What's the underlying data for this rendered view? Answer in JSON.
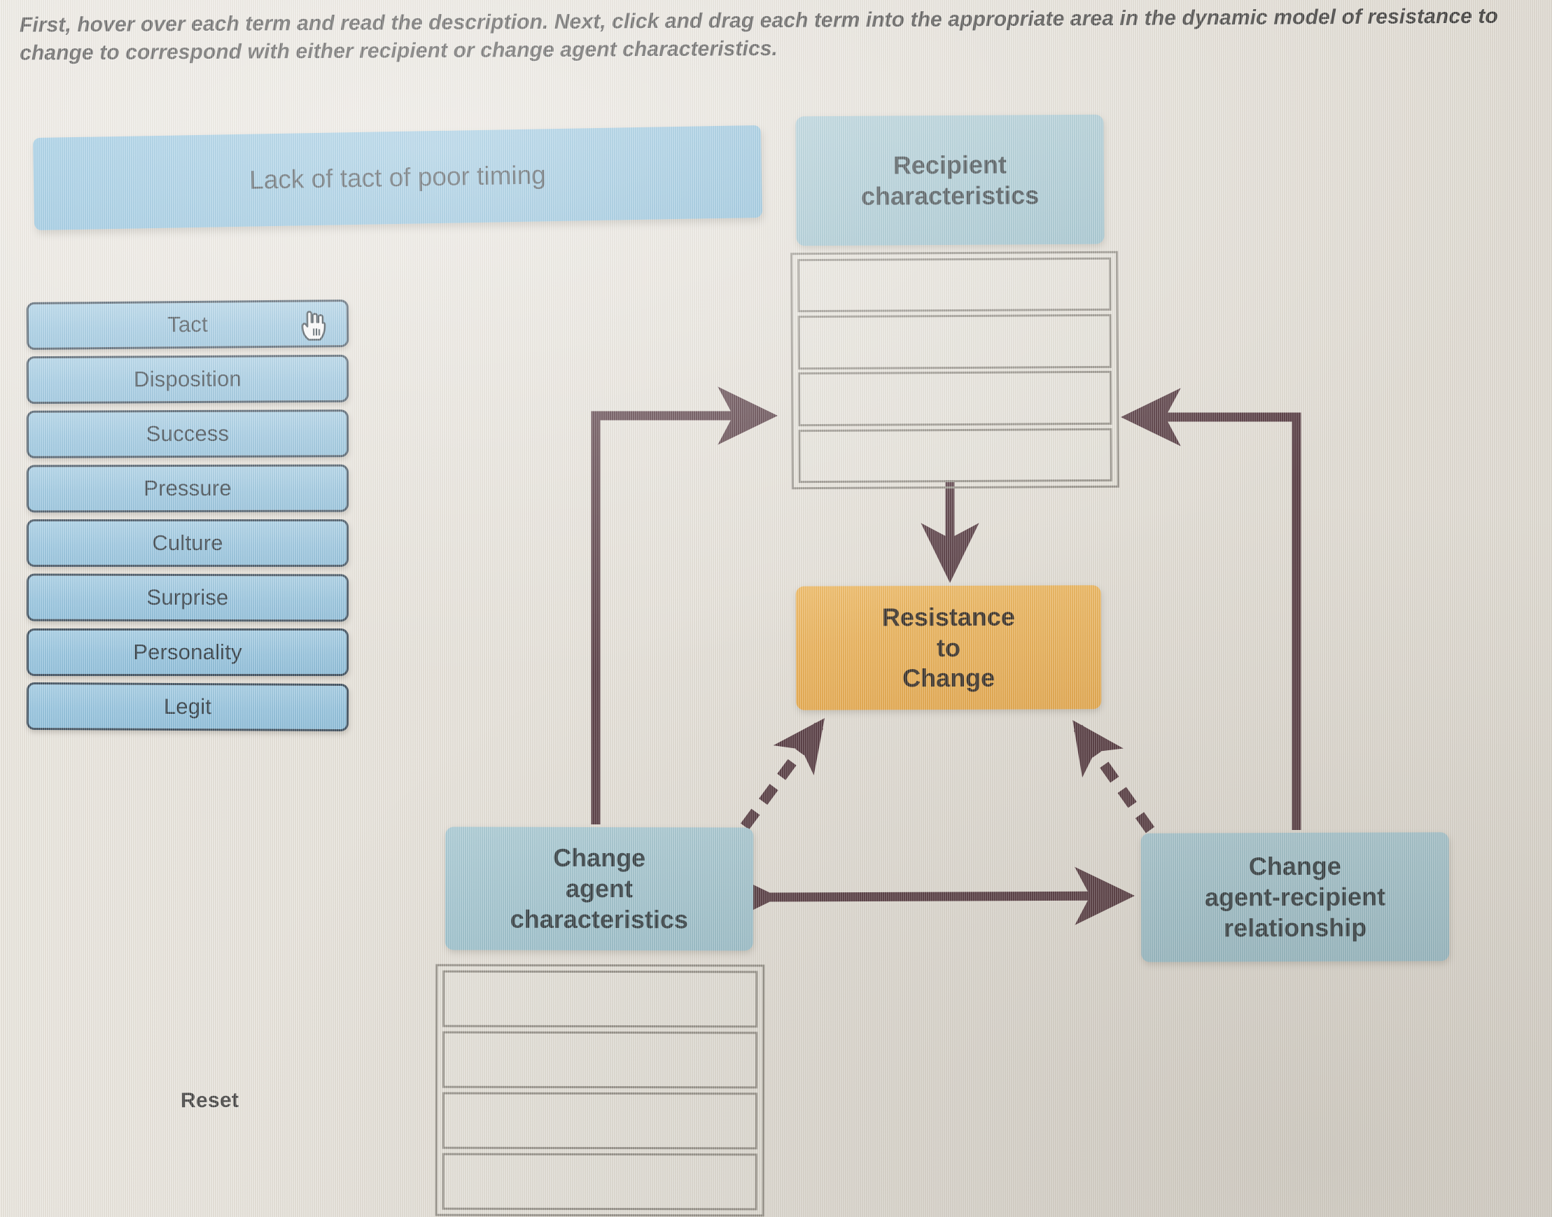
{
  "instructions": {
    "text": "First, hover over each term and read the description. Next, click and drag each term into the appropriate area in the dynamic model of resistance to change to correspond with either recipient or change agent characteristics."
  },
  "dragged_term": {
    "label": "Lack of tact of poor timing"
  },
  "terms": [
    {
      "label": "Tact"
    },
    {
      "label": "Disposition"
    },
    {
      "label": "Success"
    },
    {
      "label": "Pressure"
    },
    {
      "label": "Culture"
    },
    {
      "label": "Surprise"
    },
    {
      "label": "Personality"
    },
    {
      "label": "Legit"
    }
  ],
  "controls": {
    "reset_label": "Reset"
  },
  "diagram": {
    "nodes": {
      "recipient": {
        "label": "Recipient\ncharacteristics"
      },
      "resistance": {
        "label": "Resistance\nto\nChange"
      },
      "change_agent": {
        "label": "Change\nagent\ncharacteristics"
      },
      "relationship": {
        "label": "Change\nagent-recipient\nrelationship"
      }
    },
    "dropzones": {
      "recipient": {
        "slot_count": 4,
        "slots": [
          "",
          "",
          "",
          ""
        ]
      },
      "change_agent": {
        "slot_count": 4,
        "slots": [
          "",
          "",
          "",
          ""
        ]
      }
    },
    "connectors": [
      {
        "from": "change_agent",
        "to": "recipient_slots",
        "style": "solid",
        "heads": "single"
      },
      {
        "from": "relationship",
        "to": "recipient_slots",
        "style": "solid",
        "heads": "single"
      },
      {
        "from": "recipient_slots",
        "to": "resistance",
        "style": "solid",
        "heads": "single"
      },
      {
        "from": "change_agent",
        "to": "resistance",
        "style": "dashed",
        "heads": "single"
      },
      {
        "from": "relationship",
        "to": "resistance",
        "style": "dashed",
        "heads": "single"
      },
      {
        "from": "change_agent",
        "to": "relationship",
        "style": "solid",
        "heads": "double"
      }
    ]
  },
  "colors": {
    "background": "#e9e5dd",
    "term_blue": "#8dc0de",
    "node_blue": "#9cc5d2",
    "resistance_orange": "#f0ae4a",
    "arrow": "#452630",
    "slot_border": "#8e8a82"
  },
  "cursor": {
    "icon": "pointing-hand-cursor"
  }
}
